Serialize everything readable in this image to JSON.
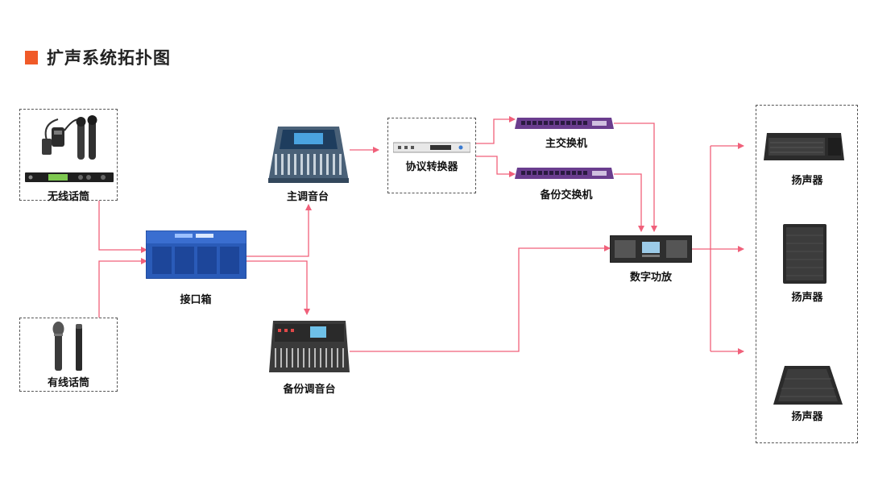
{
  "title": "扩声系统拓扑图",
  "nodes": {
    "wireless_mic": "无线话筒",
    "wired_mic": "有线话筒",
    "interface_box": "接口箱",
    "main_console": "主调音台",
    "backup_console": "备份调音台",
    "protocol_converter": "协议转换器",
    "main_switch": "主交换机",
    "backup_switch": "备份交换机",
    "digital_amp": "数字功放",
    "speaker_1": "扬声器",
    "speaker_2": "扬声器",
    "speaker_3": "扬声器"
  },
  "colors": {
    "accent": "#f05a28",
    "link": "#f0607a",
    "switch": "#6a3d8e",
    "interface": "#2a5bb8"
  },
  "icons": {
    "wireless_mic": "wireless-mic-set-icon",
    "wired_mic": "wired-mic-icon",
    "interface_box": "interface-rack-icon",
    "main_console": "mixing-console-icon",
    "backup_console": "digital-mixer-icon",
    "protocol_converter": "rack-converter-icon",
    "switch": "network-switch-icon",
    "digital_amp": "power-amplifier-icon",
    "speakers": [
      "line-array-speaker-icon",
      "cabinet-speaker-icon",
      "stage-monitor-icon"
    ]
  }
}
